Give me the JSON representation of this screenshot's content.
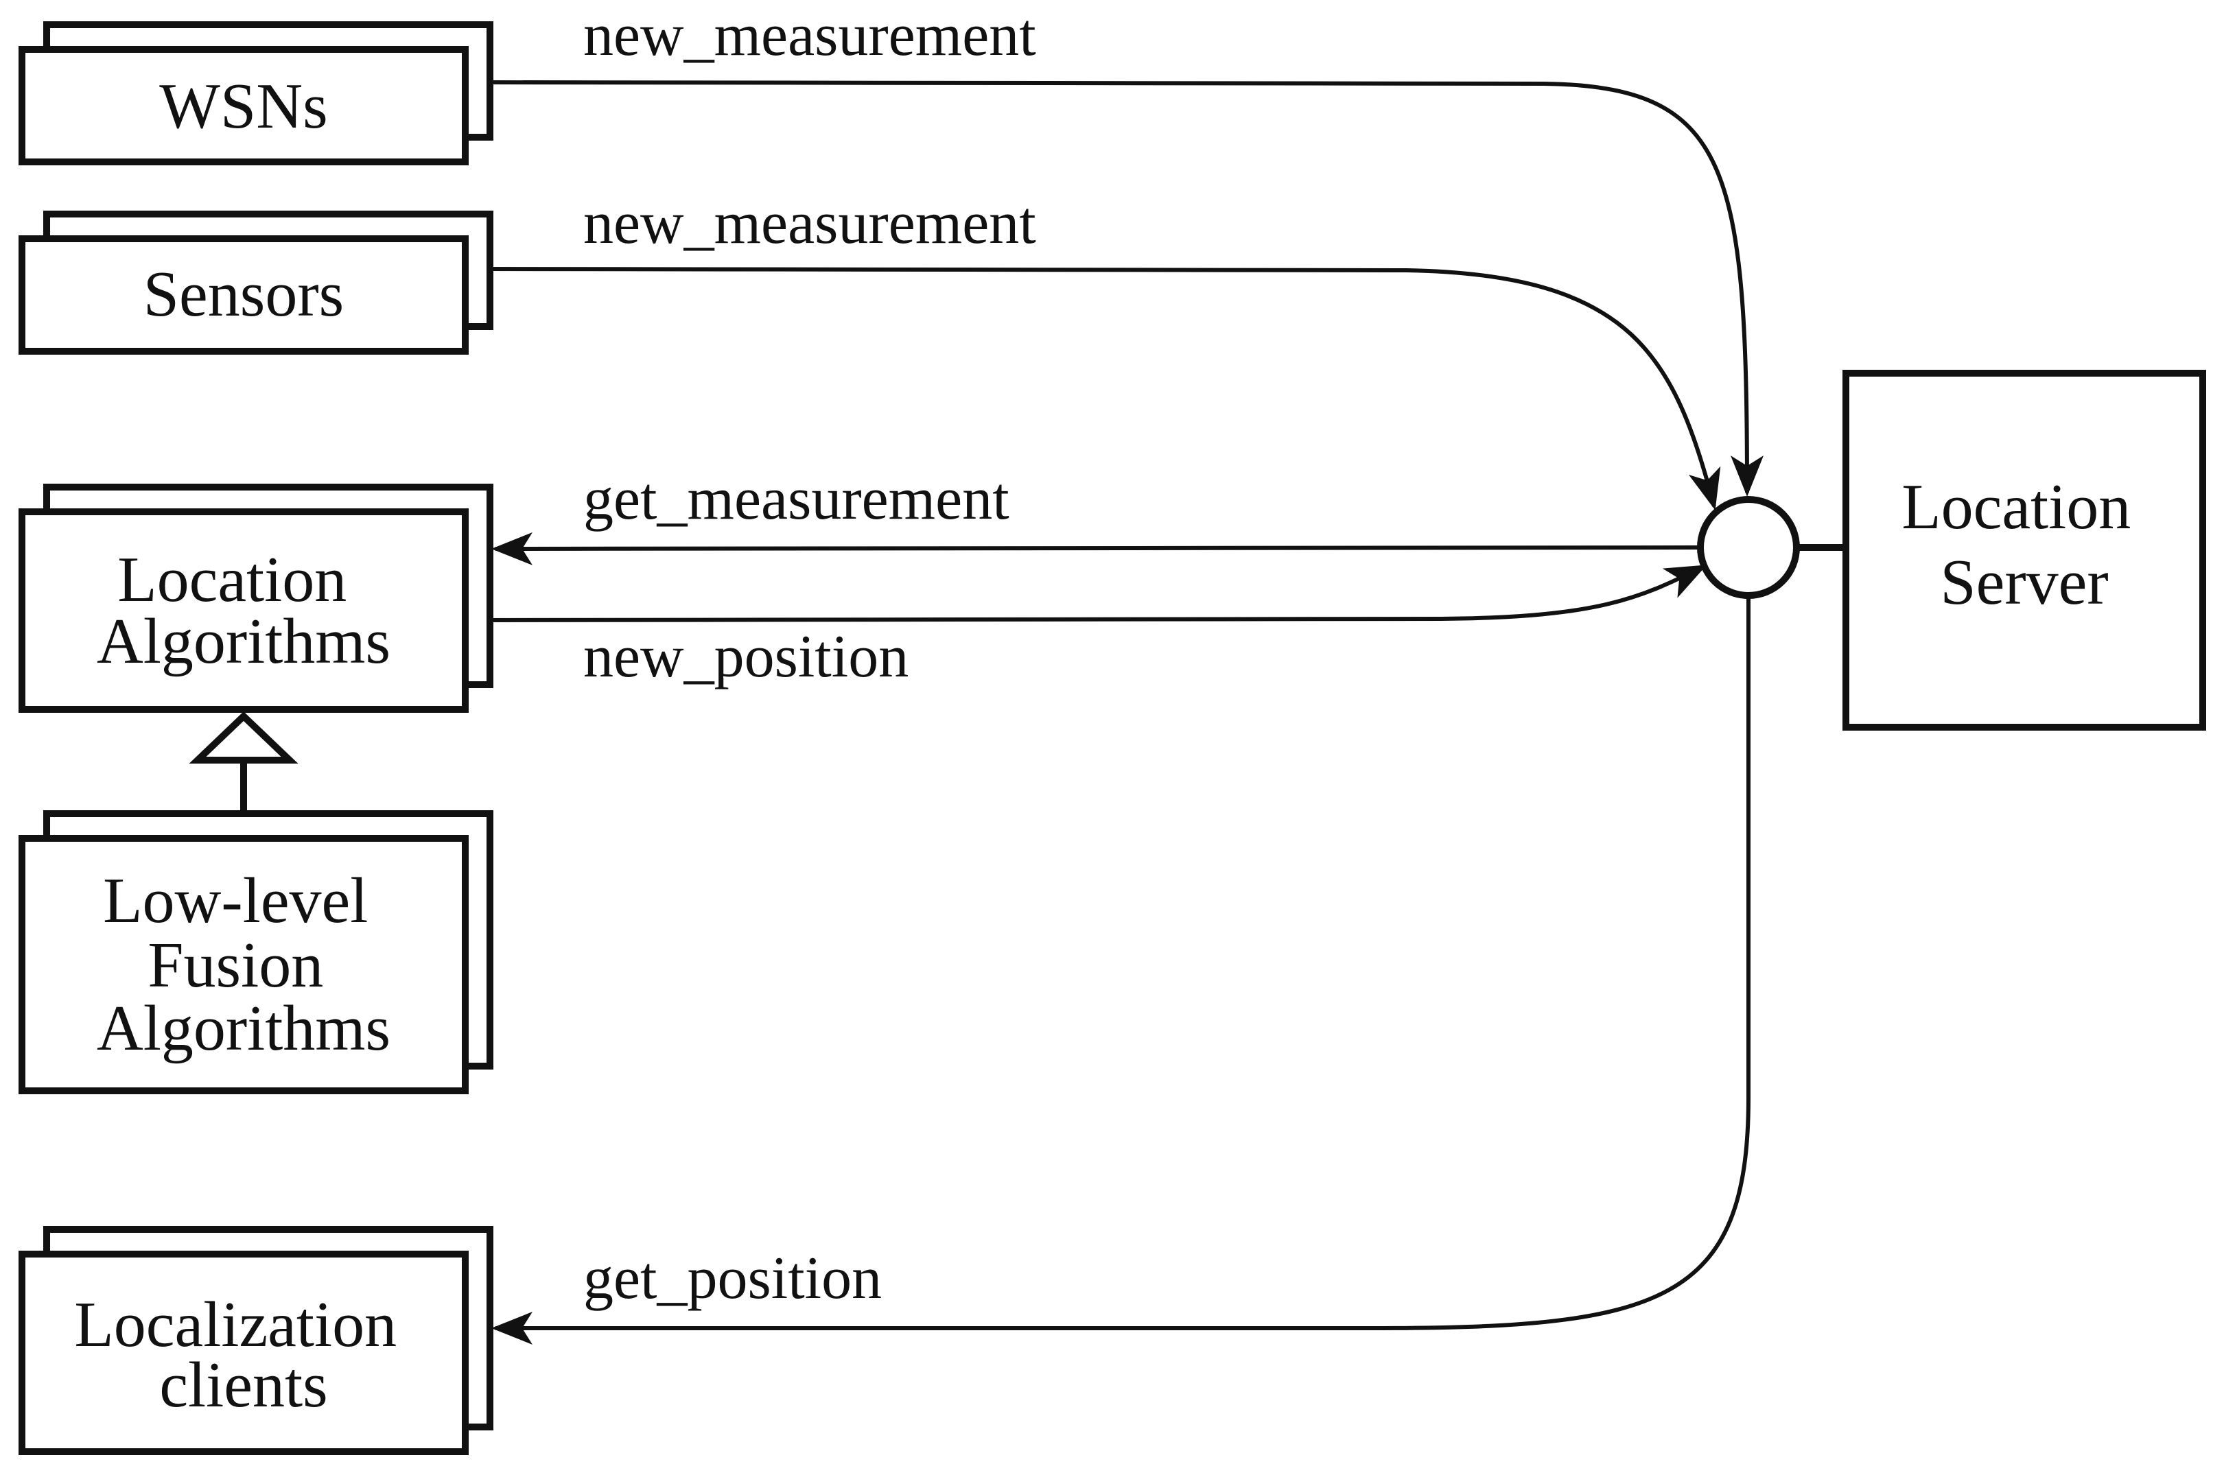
{
  "nodes": {
    "wsns": {
      "lines": [
        "WSNs"
      ]
    },
    "sensors": {
      "lines": [
        "Sensors"
      ]
    },
    "location_algorithms": {
      "lines": [
        "Location",
        "Algorithms"
      ]
    },
    "low_level_fusion": {
      "lines": [
        "Low-level",
        "Fusion",
        "Algorithms"
      ]
    },
    "localization_clients": {
      "lines": [
        "Localization",
        "clients"
      ]
    },
    "location_server": {
      "lines": [
        "Location",
        "Server"
      ]
    }
  },
  "edges": {
    "wsns_to_server": "new_measurement",
    "sensors_to_server": "new_measurement",
    "server_to_algorithms": "get_measurement",
    "algorithms_to_server": "new_position",
    "server_to_clients": "get_position"
  },
  "colors": {
    "stroke": "#111111",
    "background": "#ffffff"
  }
}
